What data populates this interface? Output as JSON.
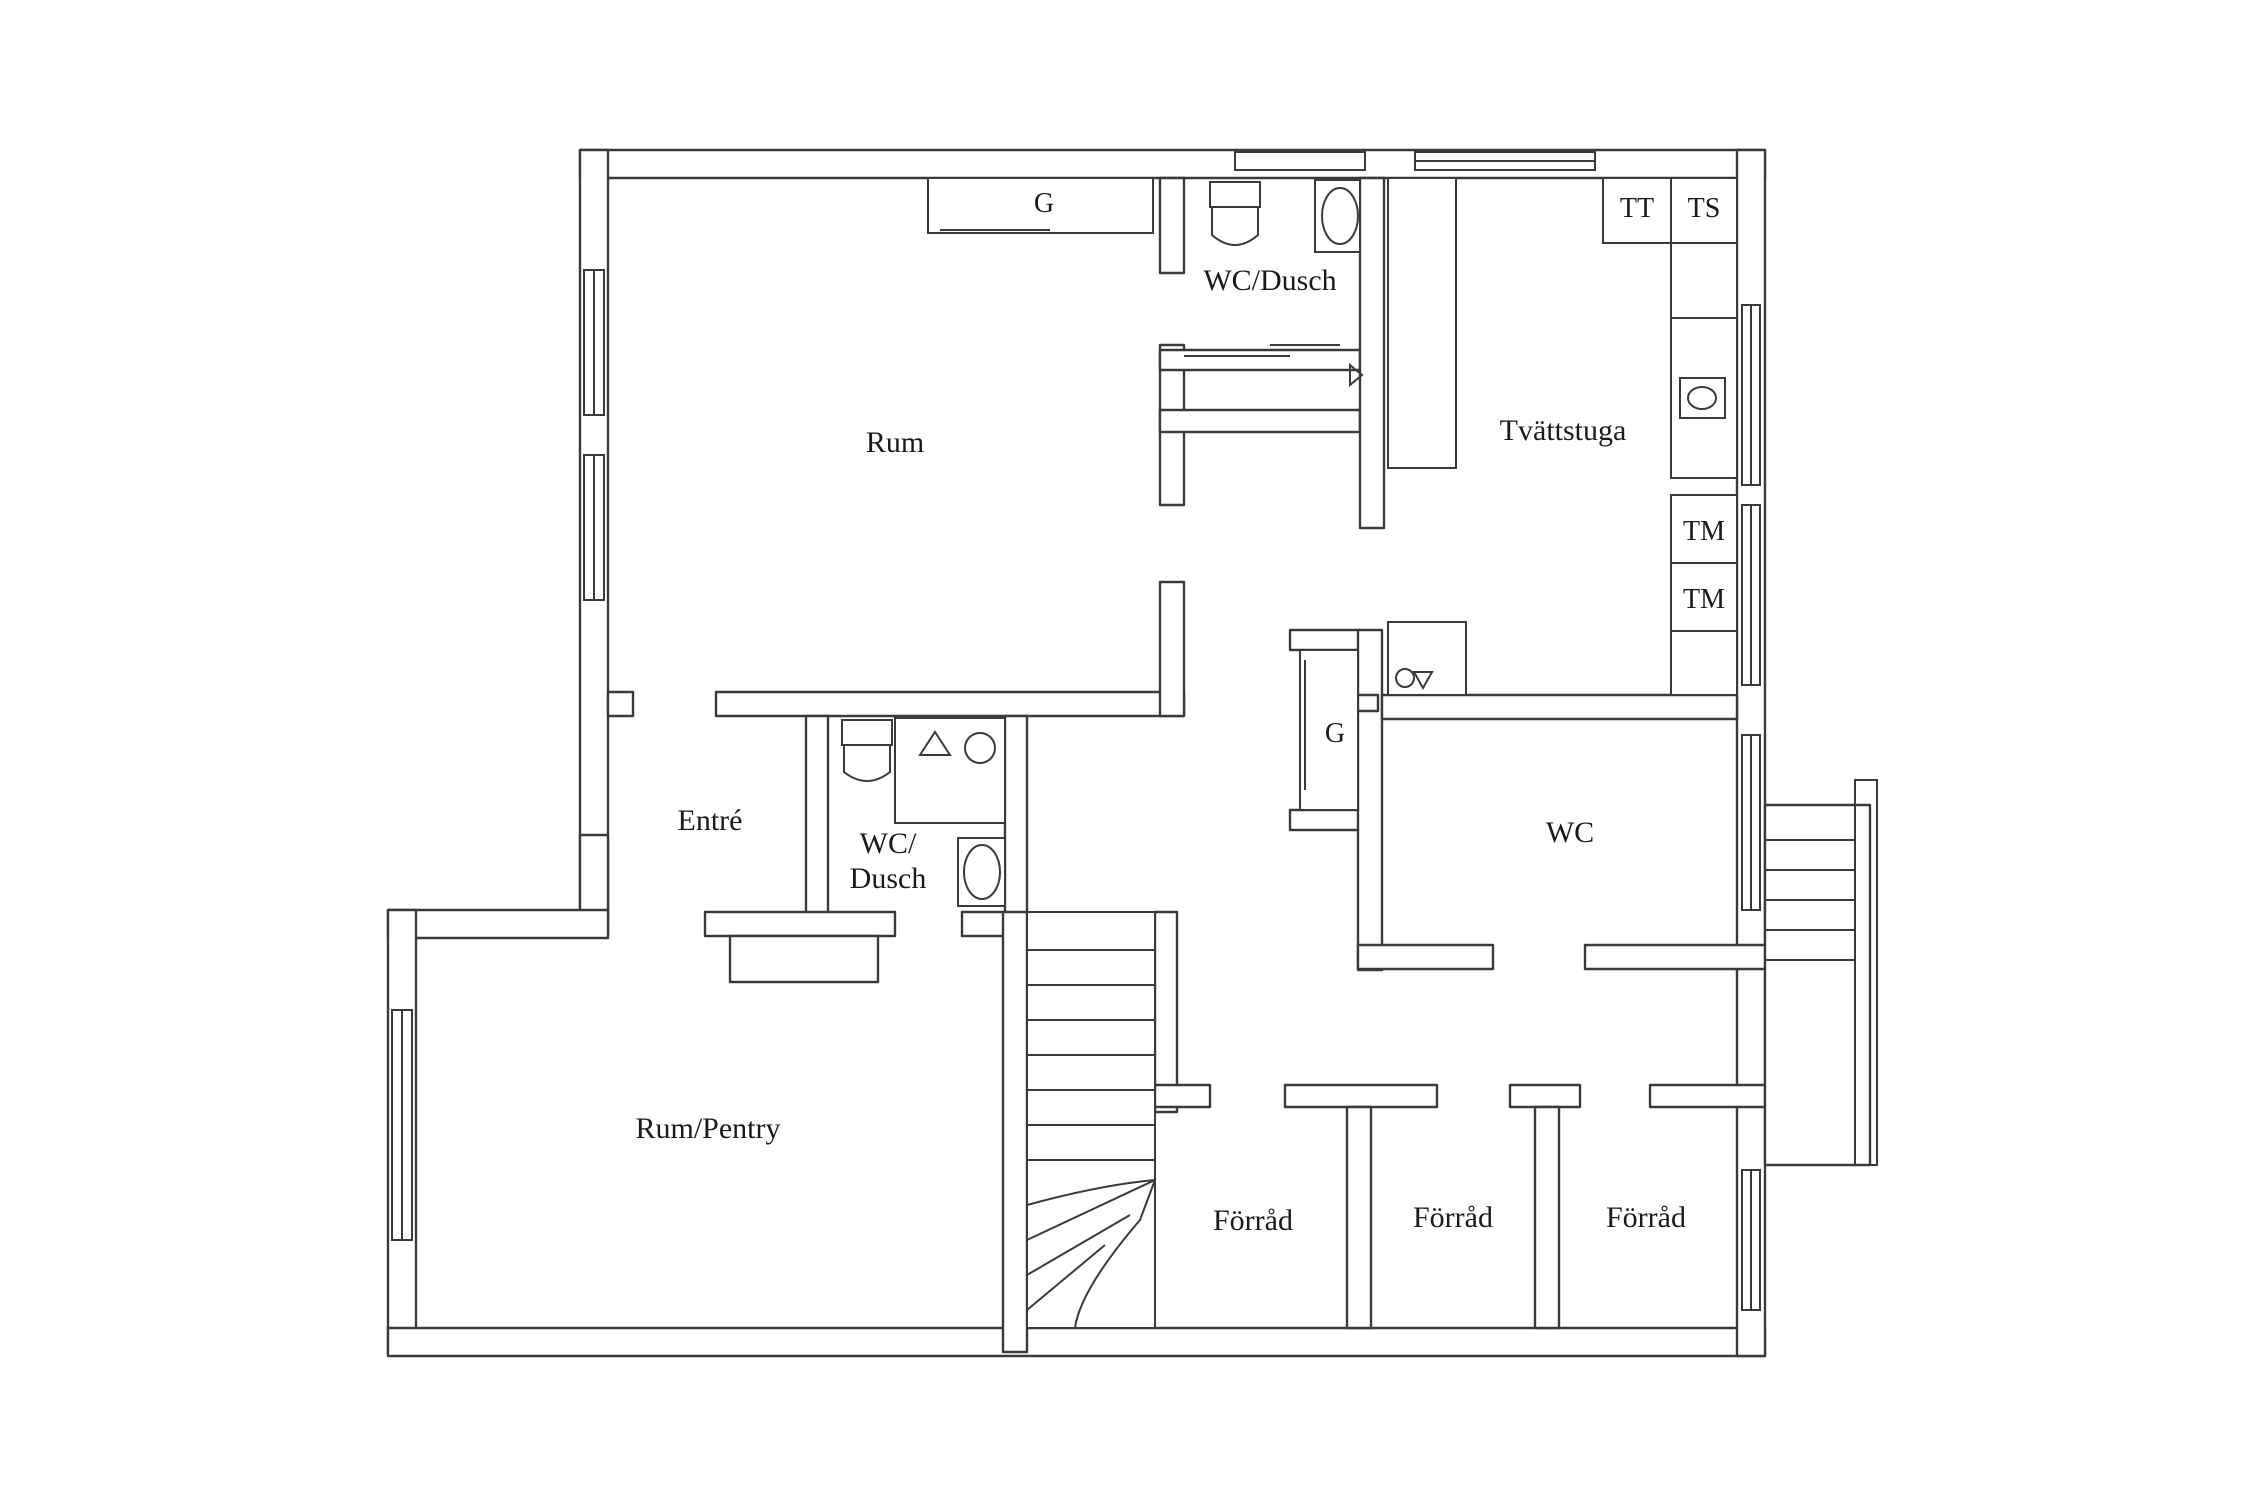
{
  "rooms": {
    "rum": "Rum",
    "wc_dusch_top": "WC/Dusch",
    "tvattstuga": "Tvättstuga",
    "entre": "Entré",
    "wc_dusch_mid_line1": "WC/",
    "wc_dusch_mid_line2": "Dusch",
    "wc": "WC",
    "rum_pentry": "Rum/Pentry",
    "forrad_1": "Förråd",
    "forrad_2": "Förråd",
    "forrad_3": "Förråd"
  },
  "fixtures": {
    "g_top": "G",
    "g_mid": "G",
    "tt": "TT",
    "ts": "TS",
    "tm_1": "TM",
    "tm_2": "TM"
  }
}
